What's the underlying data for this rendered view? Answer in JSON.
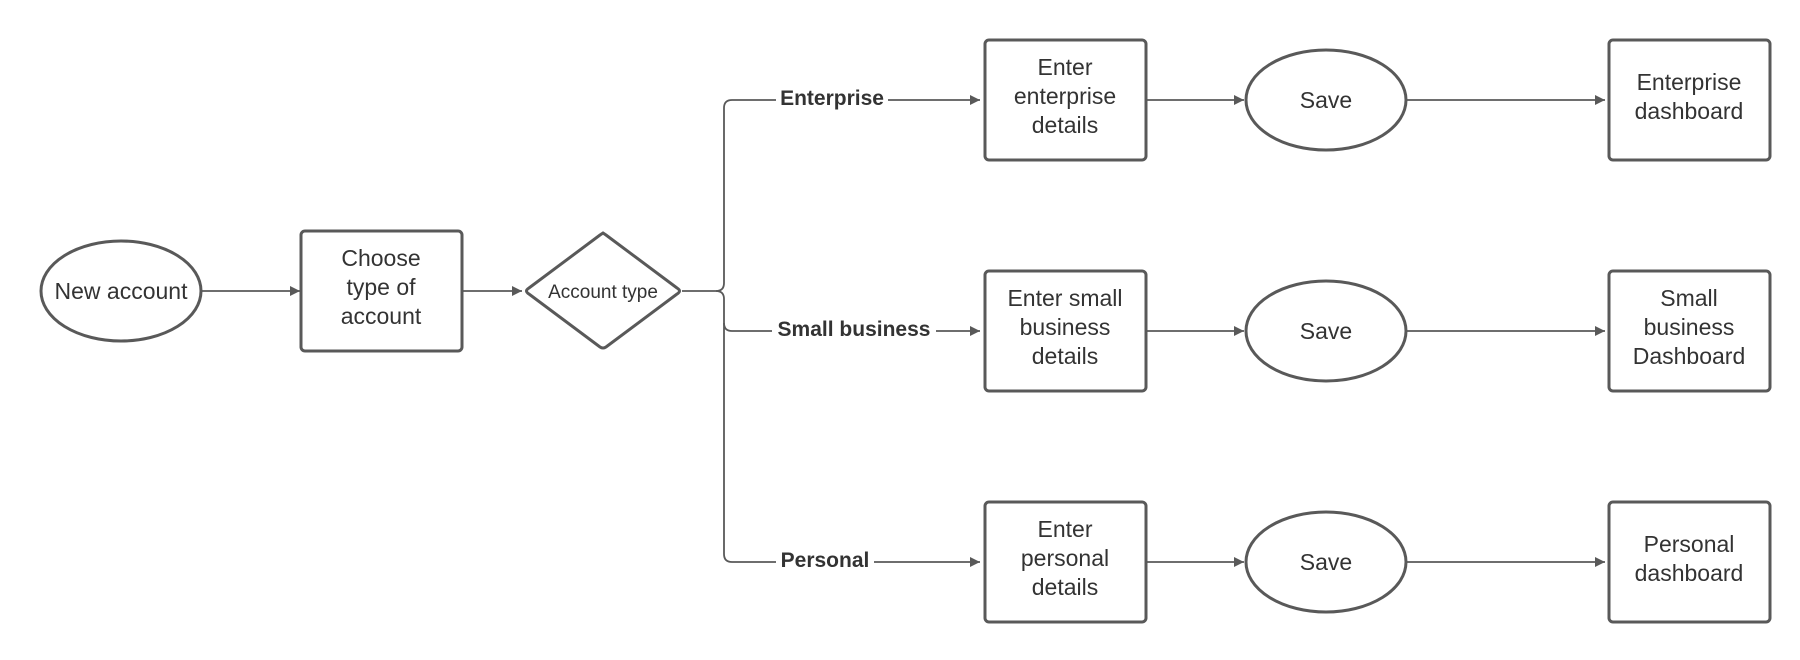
{
  "nodes": {
    "new_account": "New account",
    "choose_type": [
      "Choose",
      "type of",
      "account"
    ],
    "account_type": "Account type",
    "enter_enterprise": [
      "Enter",
      "enterprise",
      "details"
    ],
    "enter_small_business": [
      "Enter small",
      "business",
      "details"
    ],
    "enter_personal": [
      "Enter",
      "personal",
      "details"
    ],
    "save_enterprise": "Save",
    "save_small_business": "Save",
    "save_personal": "Save",
    "enterprise_dashboard": [
      "Enterprise",
      "dashboard"
    ],
    "small_business_dashboard": [
      "Small",
      "business",
      "Dashboard"
    ],
    "personal_dashboard": [
      "Personal",
      "dashboard"
    ]
  },
  "edge_labels": {
    "enterprise": "Enterprise",
    "small_business": "Small business",
    "personal": "Personal"
  }
}
